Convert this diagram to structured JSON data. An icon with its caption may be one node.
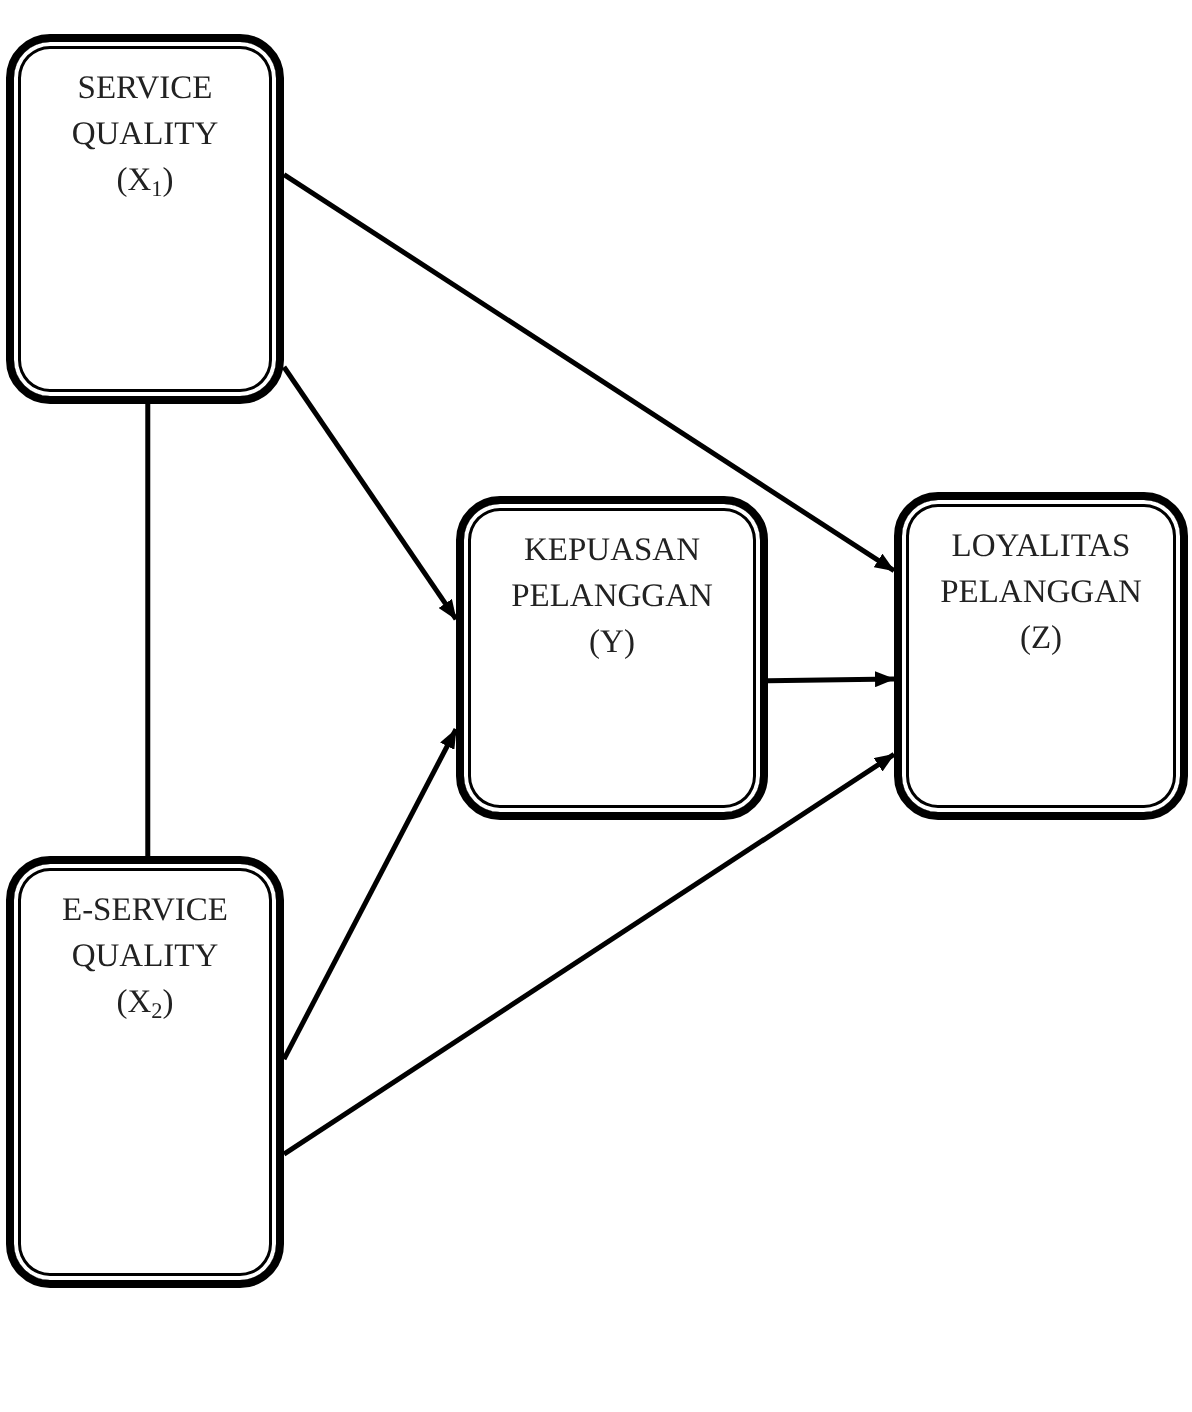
{
  "diagram": {
    "nodes": [
      {
        "text": [
          "SERVICE QUALITY",
          "(X$_{1}$)"
        ]
      },
      {
        "text": [
          "KEPUASAN PELANGGAN",
          "(Y)"
        ]
      },
      {
        "text": [
          "LOYALITAS PELANGGAN",
          "(Z)"
        ]
      },
      {
        "text": [
          "E-SERVICE QUALITY",
          "(X$_{2}$)"
        ]
      }
    ],
    "edges": [
      {
        "from": 0,
        "to": 3,
        "arrow": "none"
      },
      {
        "from": 0,
        "to": 2,
        "arrow": "to"
      },
      {
        "from": 0,
        "to": 1,
        "arrow": "to"
      },
      {
        "from": 3,
        "to": 1,
        "arrow": "to"
      },
      {
        "from": 3,
        "to": 2,
        "arrow": "to"
      },
      {
        "from": 1,
        "to": 2,
        "arrow": "to"
      }
    ]
  }
}
